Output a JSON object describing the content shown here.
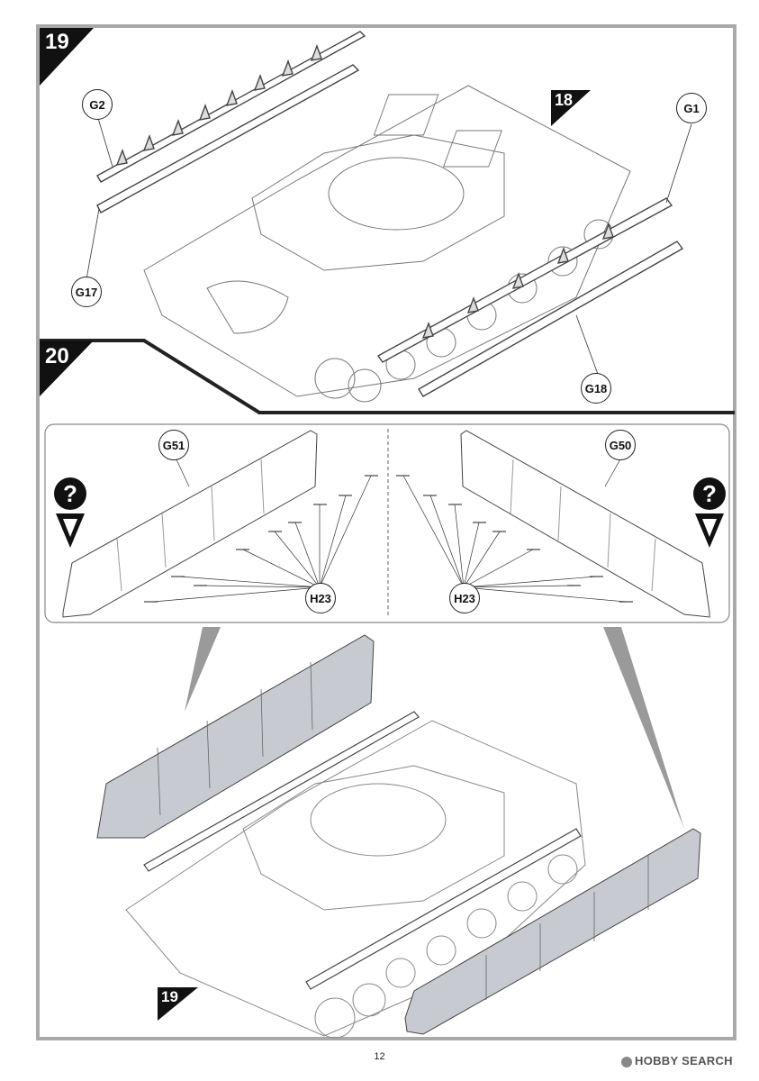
{
  "page": {
    "number": "12"
  },
  "steps": {
    "step19": "19",
    "step18_ref": "18",
    "step20": "20",
    "step19_ref": "19"
  },
  "parts": {
    "g2": "G2",
    "g1": "G1",
    "g17": "G17",
    "g18": "G18",
    "g51": "G51",
    "g50": "G50",
    "h23_left": "H23",
    "h23_right": "H23"
  },
  "icons": {
    "left_question": "?",
    "right_question": "?"
  },
  "watermark": {
    "text": "HOBBY SEARCH"
  }
}
